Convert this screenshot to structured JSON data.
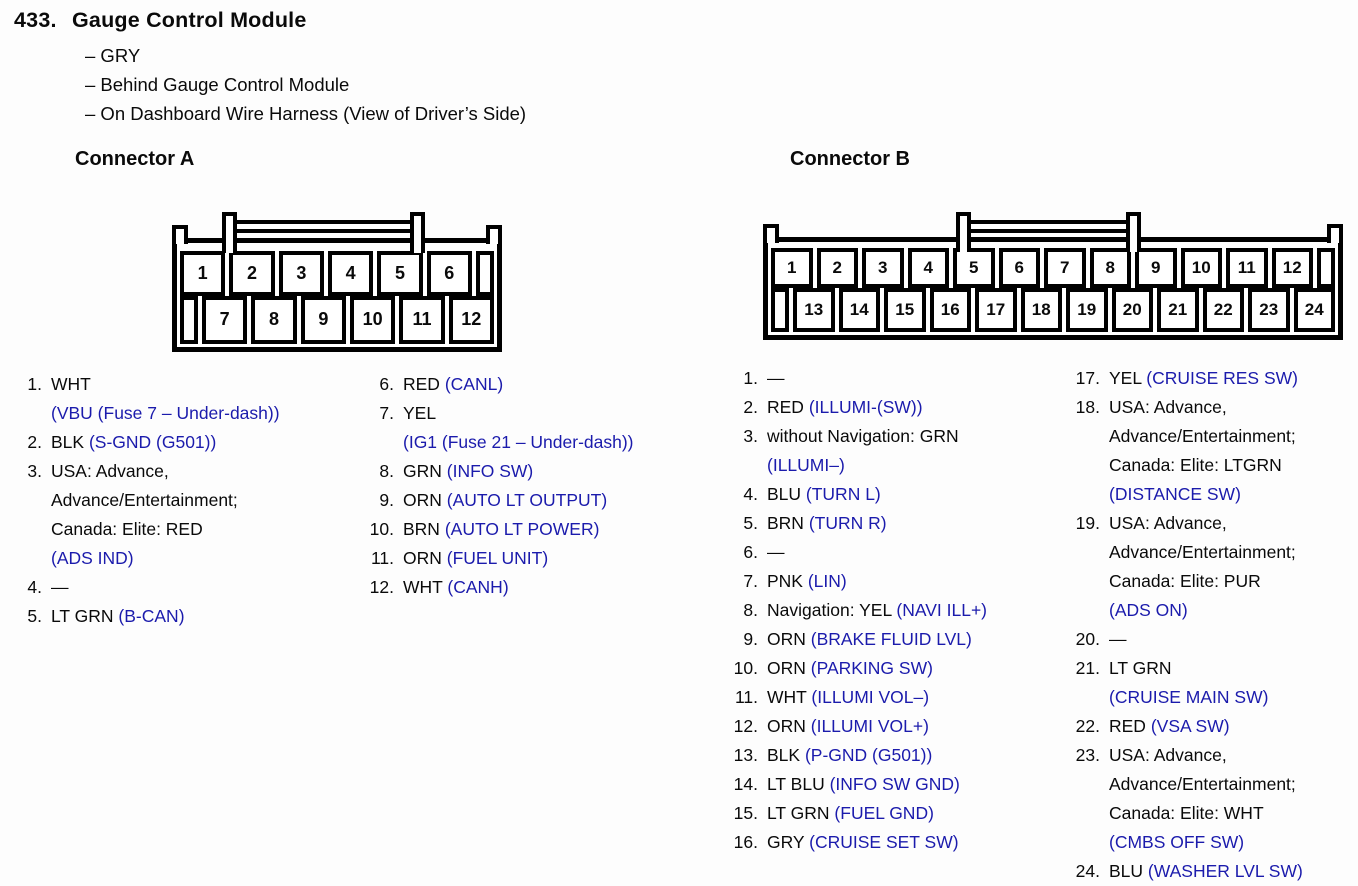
{
  "page": {
    "title_number": "433.",
    "title": "Gauge Control Module",
    "bullets": [
      "– GRY",
      "– Behind Gauge Control Module",
      "– On Dashboard Wire Harness (View of Driver’s Side)"
    ]
  },
  "colors": {
    "signal_blue": "#1b1bac",
    "ink": "#0a0a0a",
    "background": "#fdfdfd"
  },
  "connector_a": {
    "heading": "Connector A",
    "top_pins": [
      "1",
      "2",
      "3",
      "4",
      "5",
      "6"
    ],
    "bottom_pins": [
      "7",
      "8",
      "9",
      "10",
      "11",
      "12"
    ],
    "list_col1": [
      {
        "num": "1.",
        "segs": [
          {
            "t": "WHT",
            "c": "k",
            "nl": true
          },
          {
            "t": "(VBU (Fuse 7 – Under-dash))",
            "c": "b"
          }
        ]
      },
      {
        "num": "2.",
        "segs": [
          {
            "t": "BLK ",
            "c": "k"
          },
          {
            "t": "(S-GND (G501))",
            "c": "b"
          }
        ]
      },
      {
        "num": "3.",
        "segs": [
          {
            "t": "USA: Advance,",
            "c": "k",
            "nl": true
          },
          {
            "t": "Advance/Entertainment;",
            "c": "k",
            "nl": true
          },
          {
            "t": "Canada: Elite: RED",
            "c": "k",
            "nl": true
          },
          {
            "t": "(ADS IND)",
            "c": "b"
          }
        ]
      },
      {
        "num": "4.",
        "segs": [
          {
            "t": "—",
            "c": "k"
          }
        ]
      },
      {
        "num": "5.",
        "segs": [
          {
            "t": "LT GRN ",
            "c": "k"
          },
          {
            "t": "(B-CAN)",
            "c": "b"
          }
        ]
      }
    ],
    "list_col2": [
      {
        "num": "6.",
        "segs": [
          {
            "t": "RED ",
            "c": "k"
          },
          {
            "t": "(CANL)",
            "c": "b"
          }
        ]
      },
      {
        "num": "7.",
        "segs": [
          {
            "t": "YEL",
            "c": "k",
            "nl": true
          },
          {
            "t": "(IG1 (Fuse 21 – Under-dash))",
            "c": "b"
          }
        ]
      },
      {
        "num": "8.",
        "segs": [
          {
            "t": "GRN ",
            "c": "k"
          },
          {
            "t": "(INFO SW)",
            "c": "b"
          }
        ]
      },
      {
        "num": "9.",
        "segs": [
          {
            "t": "ORN ",
            "c": "k"
          },
          {
            "t": "(AUTO LT OUTPUT)",
            "c": "b"
          }
        ]
      },
      {
        "num": "10.",
        "segs": [
          {
            "t": "BRN ",
            "c": "k"
          },
          {
            "t": "(AUTO LT POWER)",
            "c": "b"
          }
        ]
      },
      {
        "num": "11.",
        "segs": [
          {
            "t": "ORN ",
            "c": "k"
          },
          {
            "t": "(FUEL UNIT)",
            "c": "b"
          }
        ]
      },
      {
        "num": "12.",
        "segs": [
          {
            "t": "WHT ",
            "c": "k"
          },
          {
            "t": "(CANH)",
            "c": "b"
          }
        ]
      }
    ]
  },
  "connector_b": {
    "heading": "Connector B",
    "top_pins": [
      "1",
      "2",
      "3",
      "4",
      "5",
      "6",
      "7",
      "8",
      "9",
      "10",
      "11",
      "12"
    ],
    "bottom_pins": [
      "13",
      "14",
      "15",
      "16",
      "17",
      "18",
      "19",
      "20",
      "21",
      "22",
      "23",
      "24"
    ],
    "list_col1": [
      {
        "num": "1.",
        "segs": [
          {
            "t": "—",
            "c": "k"
          }
        ]
      },
      {
        "num": "2.",
        "segs": [
          {
            "t": "RED ",
            "c": "k"
          },
          {
            "t": "(ILLUMI-(SW))",
            "c": "b"
          }
        ]
      },
      {
        "num": "3.",
        "segs": [
          {
            "t": "without Navigation: GRN",
            "c": "k",
            "nl": true
          },
          {
            "t": "(ILLUMI–)",
            "c": "b"
          }
        ]
      },
      {
        "num": "4.",
        "segs": [
          {
            "t": "BLU ",
            "c": "k"
          },
          {
            "t": "(TURN L)",
            "c": "b"
          }
        ]
      },
      {
        "num": "5.",
        "segs": [
          {
            "t": "BRN ",
            "c": "k"
          },
          {
            "t": "(TURN R)",
            "c": "b"
          }
        ]
      },
      {
        "num": "6.",
        "segs": [
          {
            "t": "—",
            "c": "k"
          }
        ]
      },
      {
        "num": "7.",
        "segs": [
          {
            "t": "PNK ",
            "c": "k"
          },
          {
            "t": "(LIN)",
            "c": "b"
          }
        ]
      },
      {
        "num": "8.",
        "segs": [
          {
            "t": "Navigation: YEL ",
            "c": "k"
          },
          {
            "t": "(NAVI ILL+)",
            "c": "b"
          }
        ]
      },
      {
        "num": "9.",
        "segs": [
          {
            "t": "ORN ",
            "c": "k"
          },
          {
            "t": "(BRAKE FLUID LVL)",
            "c": "b"
          }
        ]
      },
      {
        "num": "10.",
        "segs": [
          {
            "t": "ORN ",
            "c": "k"
          },
          {
            "t": "(PARKING SW)",
            "c": "b"
          }
        ]
      },
      {
        "num": "11.",
        "segs": [
          {
            "t": "WHT ",
            "c": "k"
          },
          {
            "t": "(ILLUMI VOL–)",
            "c": "b"
          }
        ]
      },
      {
        "num": "12.",
        "segs": [
          {
            "t": "ORN ",
            "c": "k"
          },
          {
            "t": "(ILLUMI VOL+)",
            "c": "b"
          }
        ]
      },
      {
        "num": "13.",
        "segs": [
          {
            "t": "BLK ",
            "c": "k"
          },
          {
            "t": "(P-GND (G501))",
            "c": "b"
          }
        ]
      },
      {
        "num": "14.",
        "segs": [
          {
            "t": "LT BLU ",
            "c": "k"
          },
          {
            "t": "(INFO SW GND)",
            "c": "b"
          }
        ]
      },
      {
        "num": "15.",
        "segs": [
          {
            "t": "LT GRN ",
            "c": "k"
          },
          {
            "t": "(FUEL GND)",
            "c": "b"
          }
        ]
      },
      {
        "num": "16.",
        "segs": [
          {
            "t": "GRY ",
            "c": "k"
          },
          {
            "t": "(CRUISE SET SW)",
            "c": "b"
          }
        ]
      }
    ],
    "list_col2": [
      {
        "num": "17.",
        "segs": [
          {
            "t": "YEL ",
            "c": "k"
          },
          {
            "t": "(CRUISE RES SW)",
            "c": "b"
          }
        ]
      },
      {
        "num": "18.",
        "segs": [
          {
            "t": "USA: Advance,",
            "c": "k",
            "nl": true
          },
          {
            "t": "Advance/Entertainment;",
            "c": "k",
            "nl": true
          },
          {
            "t": "Canada: Elite: LTGRN",
            "c": "k",
            "nl": true
          },
          {
            "t": "(DISTANCE SW)",
            "c": "b"
          }
        ]
      },
      {
        "num": "19.",
        "segs": [
          {
            "t": "USA: Advance,",
            "c": "k",
            "nl": true
          },
          {
            "t": "Advance/Entertainment;",
            "c": "k",
            "nl": true
          },
          {
            "t": "Canada: Elite: PUR",
            "c": "k",
            "nl": true
          },
          {
            "t": "(ADS ON)",
            "c": "b"
          }
        ]
      },
      {
        "num": "20.",
        "segs": [
          {
            "t": "—",
            "c": "k"
          }
        ]
      },
      {
        "num": "21.",
        "segs": [
          {
            "t": "LT GRN",
            "c": "k",
            "nl": true
          },
          {
            "t": "(CRUISE MAIN SW)",
            "c": "b"
          }
        ]
      },
      {
        "num": "22.",
        "segs": [
          {
            "t": "RED ",
            "c": "k"
          },
          {
            "t": "(VSA SW)",
            "c": "b"
          }
        ]
      },
      {
        "num": "23.",
        "segs": [
          {
            "t": "USA: Advance,",
            "c": "k",
            "nl": true
          },
          {
            "t": "Advance/Entertainment;",
            "c": "k",
            "nl": true
          },
          {
            "t": "Canada: Elite: WHT",
            "c": "k",
            "nl": true
          },
          {
            "t": "(CMBS OFF SW)",
            "c": "b"
          }
        ]
      },
      {
        "num": "24.",
        "segs": [
          {
            "t": "BLU ",
            "c": "k"
          },
          {
            "t": "(WASHER LVL SW)",
            "c": "b"
          }
        ]
      }
    ]
  }
}
